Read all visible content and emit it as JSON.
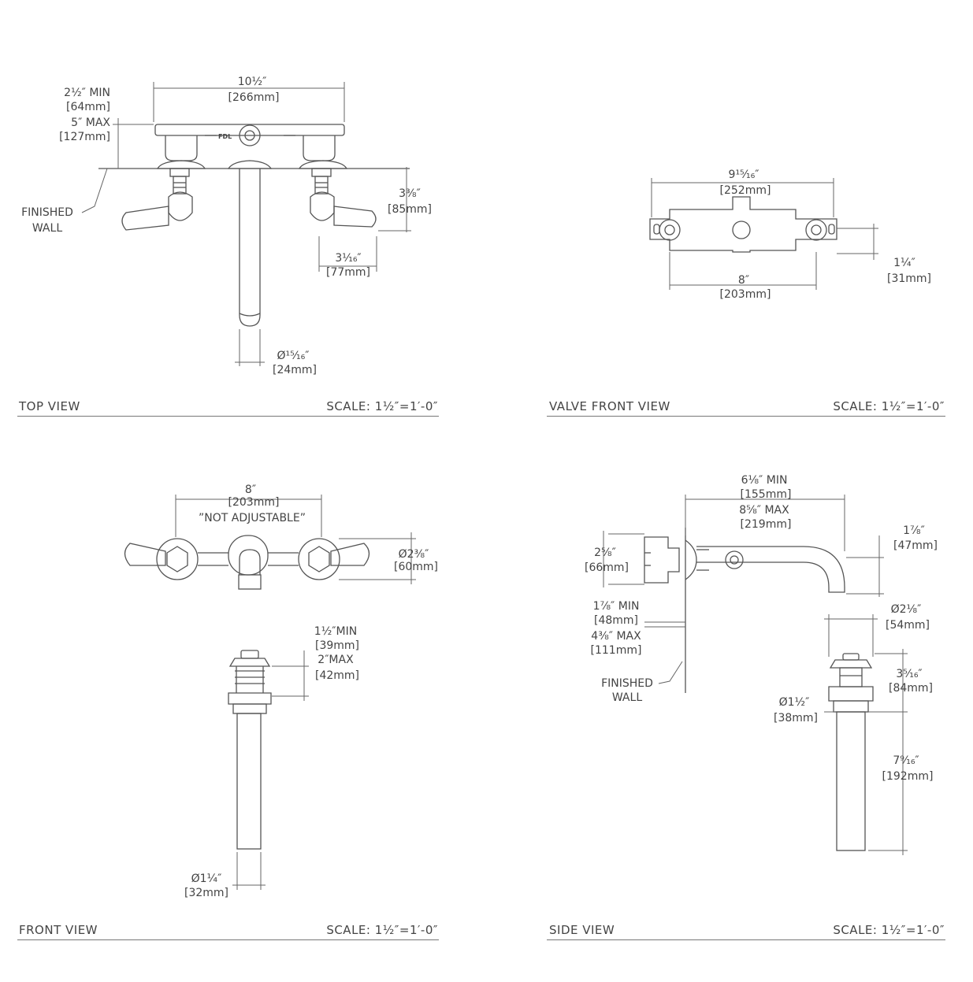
{
  "views": {
    "top": {
      "title": "TOP VIEW",
      "scale": "SCALE: 1½″=1′-0″",
      "dims": {
        "width_in": "10½″",
        "width_mm": "[266mm]",
        "proj_min": "2½″ MIN",
        "proj_min_mm": "[64mm]",
        "proj_max": "5″ MAX",
        "proj_max_mm": "[127mm]",
        "handle_depth": "3⅜″",
        "handle_depth_mm": "[85mm]",
        "handle_len": "3¹⁄₁₆″",
        "handle_len_mm": "[77mm]",
        "spout_dia": "Ø¹⁵⁄₁₆″",
        "spout_dia_mm": "[24mm]"
      },
      "finished_wall_1": "FINISHED",
      "finished_wall_2": "WALL",
      "brand": "FDL"
    },
    "valve": {
      "title": "VALVE FRONT VIEW",
      "scale": "SCALE: 1½″=1′-0″",
      "dims": {
        "overall": "9¹⁵⁄₁₆″",
        "overall_mm": "[252mm]",
        "centers": "8″",
        "centers_mm": "[203mm]",
        "height": "1¼″",
        "height_mm": "[31mm]"
      }
    },
    "front": {
      "title": "FRONT VIEW",
      "scale": "SCALE: 1½″=1′-0″",
      "dims": {
        "centers": "8″",
        "centers_mm": "[203mm]",
        "note": "”NOT ADJUSTABLE”",
        "escutcheon": "Ø2⅜″",
        "escutcheon_mm": "[60mm]",
        "drain_min": "1½″MIN",
        "drain_min_mm": "[39mm]",
        "drain_max": "2″MAX",
        "drain_max_mm": "[42mm]",
        "tail_dia": "Ø1¼″",
        "tail_dia_mm": "[32mm]"
      }
    },
    "side": {
      "title": "SIDE VIEW",
      "scale": "SCALE: 1½″=1′-0″",
      "dims": {
        "reach_min": "6⅛″ MIN",
        "reach_min_mm": "[155mm]",
        "reach_max": "8⅝″ MAX",
        "reach_max_mm": "[219mm]",
        "body_h": "2⅝″",
        "body_h_mm": "[66mm]",
        "spout_drop": "1⅞″",
        "spout_drop_mm": "[47mm]",
        "rough_min": "1⅞″ MIN",
        "rough_min_mm": "[48mm]",
        "rough_max": "4⅜″ MAX",
        "rough_max_mm": "[111mm]",
        "drain_dia": "Ø2⅛″",
        "drain_dia_mm": "[54mm]",
        "drain_h": "3⁵⁄₁₆″",
        "drain_h_mm": "[84mm]",
        "tail_dia": "Ø1½″",
        "tail_dia_mm": "[38mm]",
        "tail_len": "7⁹⁄₁₆″",
        "tail_len_mm": "[192mm]"
      },
      "finished_wall_1": "FINISHED",
      "finished_wall_2": "WALL"
    }
  }
}
